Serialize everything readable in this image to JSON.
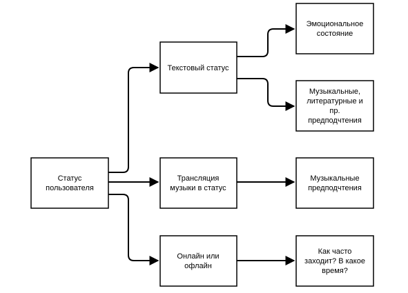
{
  "diagram": {
    "nodes": {
      "user_status": {
        "lines": [
          "Статус",
          "пользователя"
        ]
      },
      "text_status": {
        "lines": [
          "Текстовый статус"
        ]
      },
      "music_broadcast": {
        "lines": [
          "Трансляция",
          "музыки в статус"
        ]
      },
      "online_offline": {
        "lines": [
          "Онлайн или",
          "офлайн"
        ]
      },
      "emotional_state": {
        "lines": [
          "Эмоциональное",
          "состояние"
        ]
      },
      "preferences": {
        "lines": [
          "Музыкальные,",
          "литературные и",
          "пр.",
          "предподчтения"
        ]
      },
      "music_preferences": {
        "lines": [
          "Музыкальные",
          "предподчтения"
        ]
      },
      "visit_frequency": {
        "lines": [
          "Как часто",
          "заходит? В какое",
          "время?"
        ]
      }
    }
  }
}
